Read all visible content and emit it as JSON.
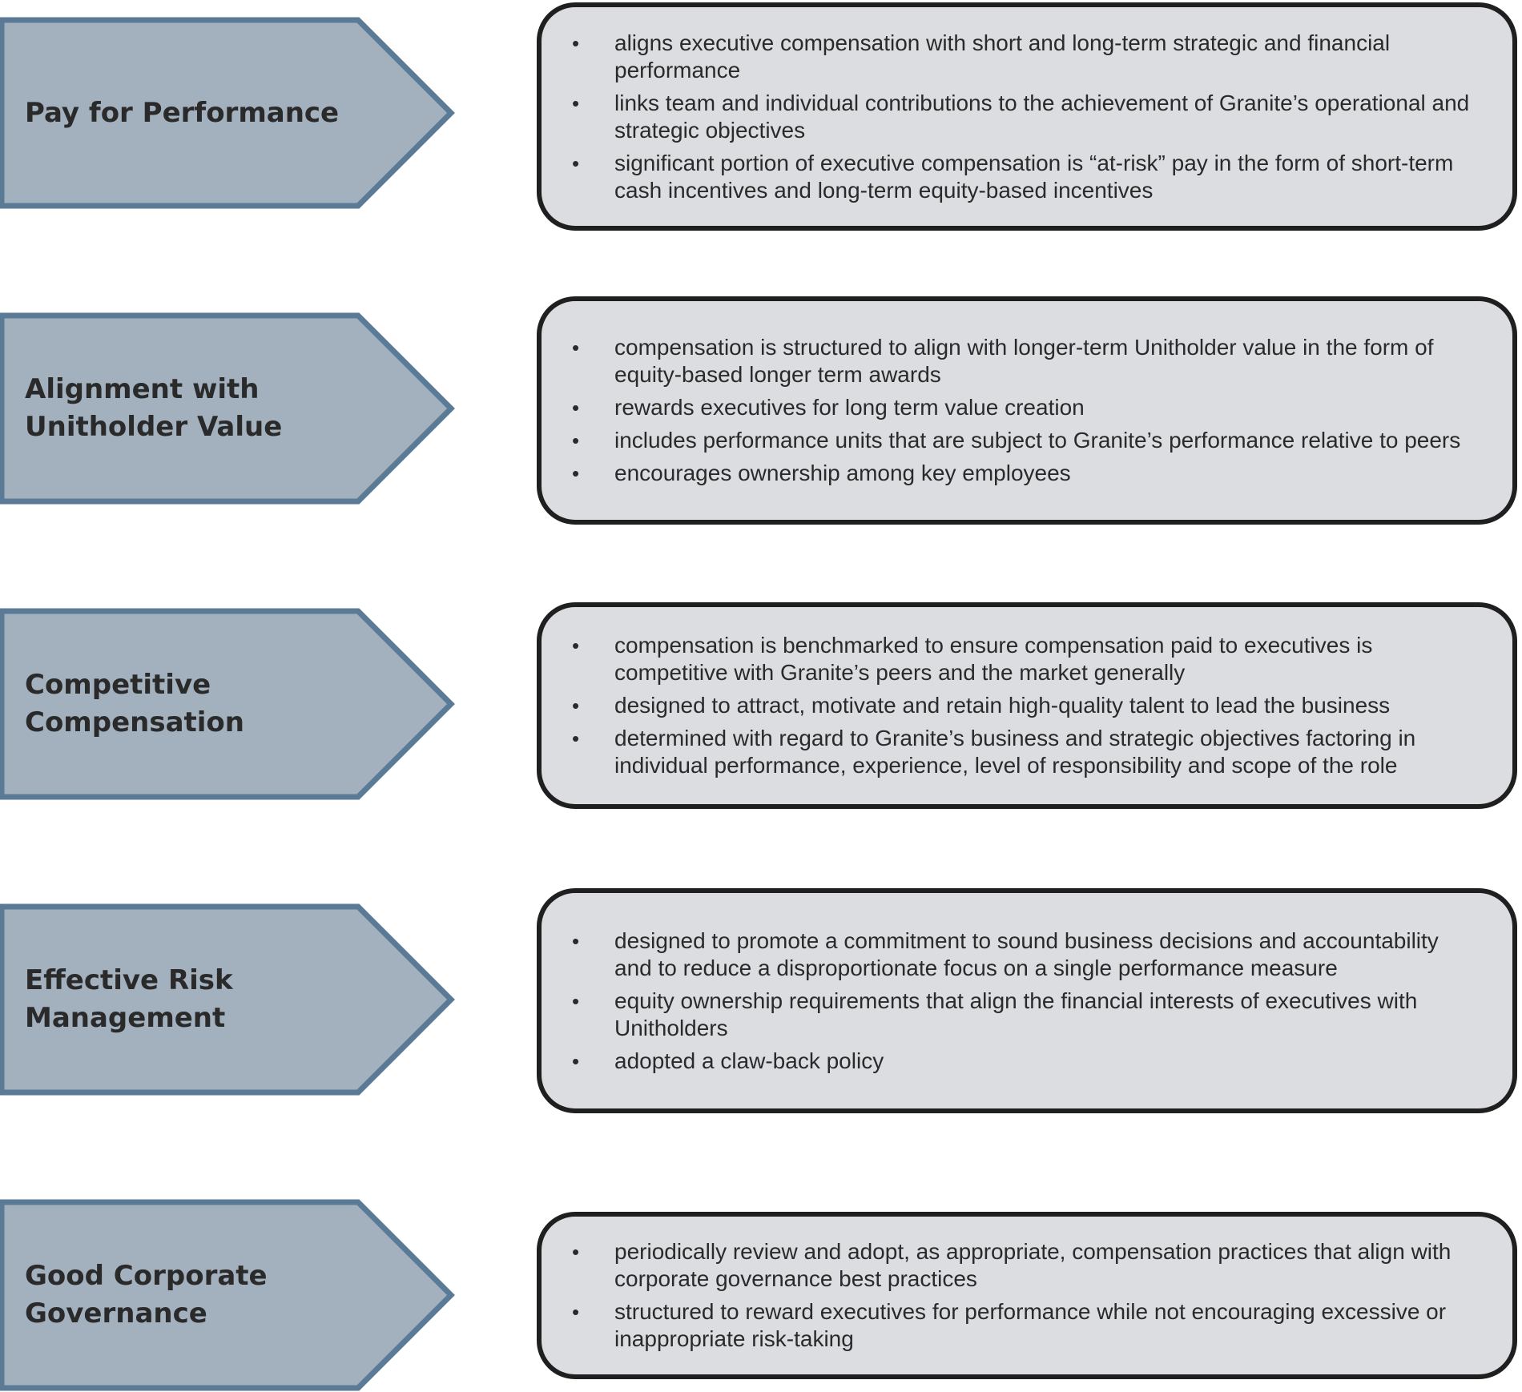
{
  "colors": {
    "chevron_fill": "#a3b1bf",
    "chevron_border": "#5a7a96",
    "card_fill": "#dcdde0",
    "card_border": "#1f1f1f",
    "text": "#2a2a2a"
  },
  "bullet_glyph": "•",
  "principles": [
    {
      "title_lines": [
        "Pay for Performance"
      ],
      "points": [
        "aligns executive compensation with short and long-term strategic and financial performance",
        "links team and individual contributions to the achievement of Granite’s operational and strategic objectives",
        "significant portion of executive compensation is “at-risk” pay in the form of short-term cash incentives and long-term equity-based incentives"
      ]
    },
    {
      "title_lines": [
        "Alignment with",
        "Unitholder Value"
      ],
      "points": [
        "compensation is structured to align with longer-term Unitholder value in the form of equity-based longer term awards",
        "rewards executives for long term value creation",
        "includes performance units that are subject to Granite’s performance relative to peers",
        "encourages ownership among key employees"
      ]
    },
    {
      "title_lines": [
        "Competitive",
        "Compensation"
      ],
      "points": [
        "compensation is benchmarked to ensure compensation paid to executives is competitive with Granite’s peers and the market generally",
        "designed to attract, motivate and retain high-quality talent to lead the business",
        "determined with regard to Granite’s business and strategic objectives factoring in individual performance, experience, level of responsibility and scope of the role"
      ]
    },
    {
      "title_lines": [
        "Effective Risk",
        "Management"
      ],
      "points": [
        "designed to promote a commitment to sound business decisions and accountability and to reduce a disproportionate focus on a single performance measure",
        "equity ownership requirements that align the financial interests of executives with Unitholders",
        "adopted a claw-back policy"
      ]
    },
    {
      "title_lines": [
        "Good Corporate",
        "Governance"
      ],
      "points": [
        "periodically review and adopt, as appropriate, compensation practices that align with corporate governance best practices",
        "structured to reward executives for performance while not encouraging excessive or inappropriate risk-taking"
      ]
    }
  ]
}
